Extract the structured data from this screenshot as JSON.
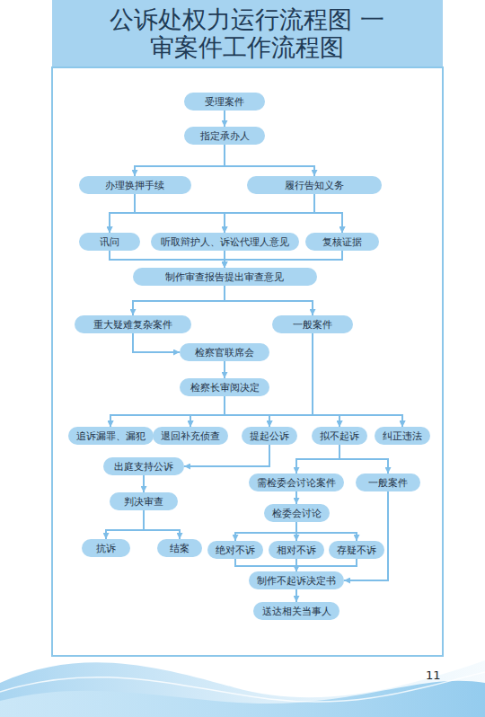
{
  "diagram": {
    "title": "公诉处权力运行流程图 一审案件工作流程图",
    "nodes": [
      {
        "text": [
          "受理案件"
        ]
      },
      {
        "text": [
          "指定承办人"
        ]
      },
      {
        "text": [
          "办理换押手续"
        ]
      },
      {
        "text": [
          "履行告知义务"
        ]
      },
      {
        "text": [
          "讯问"
        ]
      },
      {
        "text": [
          "听取辩护人、诉讼代理人意见"
        ]
      },
      {
        "text": [
          "复核证据"
        ]
      },
      {
        "text": [
          "制作审查报告提出审查意见"
        ]
      },
      {
        "text": [
          "重大疑难复杂案件"
        ]
      },
      {
        "text": [
          "一般案件"
        ]
      },
      {
        "text": [
          "检察官联席会"
        ]
      },
      {
        "text": [
          "检察长审阅决定"
        ]
      },
      {
        "text": [
          "追诉漏罪、漏犯"
        ]
      },
      {
        "text": [
          "退回补充侦查"
        ]
      },
      {
        "text": [
          "提起公诉"
        ]
      },
      {
        "text": [
          "拟不起诉"
        ]
      },
      {
        "text": [
          "纠正违法"
        ]
      },
      {
        "text": [
          "出庭支持公诉"
        ]
      },
      {
        "text": [
          "需检委会讨论案件"
        ]
      },
      {
        "text": [
          "一般案件"
        ]
      },
      {
        "text": [
          "判决审查"
        ]
      },
      {
        "text": [
          "检委会讨论"
        ]
      },
      {
        "text": [
          "抗诉"
        ]
      },
      {
        "text": [
          "结案"
        ]
      },
      {
        "text": [
          "绝对不诉"
        ]
      },
      {
        "text": [
          "相对不诉"
        ]
      },
      {
        "text": [
          "存疑不诉"
        ]
      },
      {
        "text": [
          "制作不起诉决定书"
        ]
      },
      {
        "text": [
          "送达相关当事人"
        ]
      }
    ],
    "edges": [
      {
        "from": 0,
        "to": 1,
        "arrow": "to"
      },
      {
        "from": 1,
        "to": 2,
        "arrow": "to"
      },
      {
        "from": 1,
        "to": 3,
        "arrow": "to"
      },
      {
        "from": 2,
        "to": 4,
        "arrow": "to"
      },
      {
        "from": 2,
        "to": 5,
        "arrow": "to"
      },
      {
        "from": 2,
        "to": 6,
        "arrow": "to"
      },
      {
        "from": 3,
        "to": 4,
        "arrow": "to"
      },
      {
        "from": 3,
        "to": 5,
        "arrow": "to"
      },
      {
        "from": 3,
        "to": 6,
        "arrow": "to"
      },
      {
        "from": 4,
        "to": 7,
        "arrow": "to"
      },
      {
        "from": 5,
        "to": 7,
        "arrow": "to"
      },
      {
        "from": 6,
        "to": 7,
        "arrow": "to"
      },
      {
        "from": 7,
        "to": 8,
        "arrow": "to"
      },
      {
        "from": 7,
        "to": 9,
        "arrow": "to"
      },
      {
        "from": 8,
        "to": 10,
        "arrow": "to"
      },
      {
        "from": 10,
        "to": 11,
        "arrow": "to"
      },
      {
        "from": 11,
        "to": 12,
        "arrow": "to"
      },
      {
        "from": 11,
        "to": 13,
        "arrow": "to"
      },
      {
        "from": 11,
        "to": 14,
        "arrow": "to"
      },
      {
        "from": 11,
        "to": 15,
        "arrow": "to"
      },
      {
        "from": 11,
        "to": 16,
        "arrow": "to"
      },
      {
        "from": 9,
        "to": 12,
        "arrow": "to"
      },
      {
        "from": 9,
        "to": 13,
        "arrow": "to"
      },
      {
        "from": 9,
        "to": 14,
        "arrow": "to"
      },
      {
        "from": 9,
        "to": 15,
        "arrow": "to"
      },
      {
        "from": 9,
        "to": 16,
        "arrow": "to"
      },
      {
        "from": 14,
        "to": 17,
        "arrow": "to"
      },
      {
        "from": 17,
        "to": 20,
        "arrow": "to"
      },
      {
        "from": 20,
        "to": 22,
        "arrow": "to"
      },
      {
        "from": 20,
        "to": 23,
        "arrow": "to"
      },
      {
        "from": 15,
        "to": 18,
        "arrow": "to"
      },
      {
        "from": 15,
        "to": 19,
        "arrow": "to"
      },
      {
        "from": 18,
        "to": 21,
        "arrow": "to"
      },
      {
        "from": 21,
        "to": 24,
        "arrow": "to"
      },
      {
        "from": 21,
        "to": 25,
        "arrow": "to"
      },
      {
        "from": 21,
        "to": 26,
        "arrow": "to"
      },
      {
        "from": 24,
        "to": 27,
        "arrow": "to"
      },
      {
        "from": 25,
        "to": 27,
        "arrow": "to"
      },
      {
        "from": 26,
        "to": 27,
        "arrow": "to"
      },
      {
        "from": 19,
        "to": 27,
        "arrow": "to"
      },
      {
        "from": 27,
        "to": 28,
        "arrow": "to"
      }
    ],
    "labels": [
      "11"
    ]
  }
}
